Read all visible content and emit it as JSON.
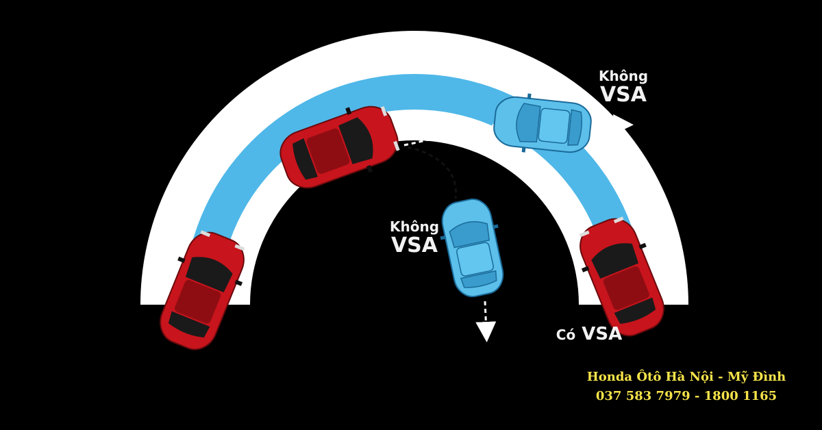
{
  "labels": {
    "top_line1": "Không",
    "top_line2": "VSA",
    "mid_line1": "Không",
    "mid_line2": "VSA",
    "with_vsa_prefix": "Có",
    "with_vsa_suffix": "VSA"
  },
  "brand": {
    "name": "Honda Ôtô Hà Nội - Mỹ Đình",
    "phone": "037 583 7979 - 1800 1165"
  },
  "colors": {
    "background": "#000000",
    "road_outer": "#ffffff",
    "road_band": "#4fb8e8",
    "car_red": "#c8141c",
    "car_blue": "#5cc0ea",
    "brand_text": "#f7e44a"
  }
}
